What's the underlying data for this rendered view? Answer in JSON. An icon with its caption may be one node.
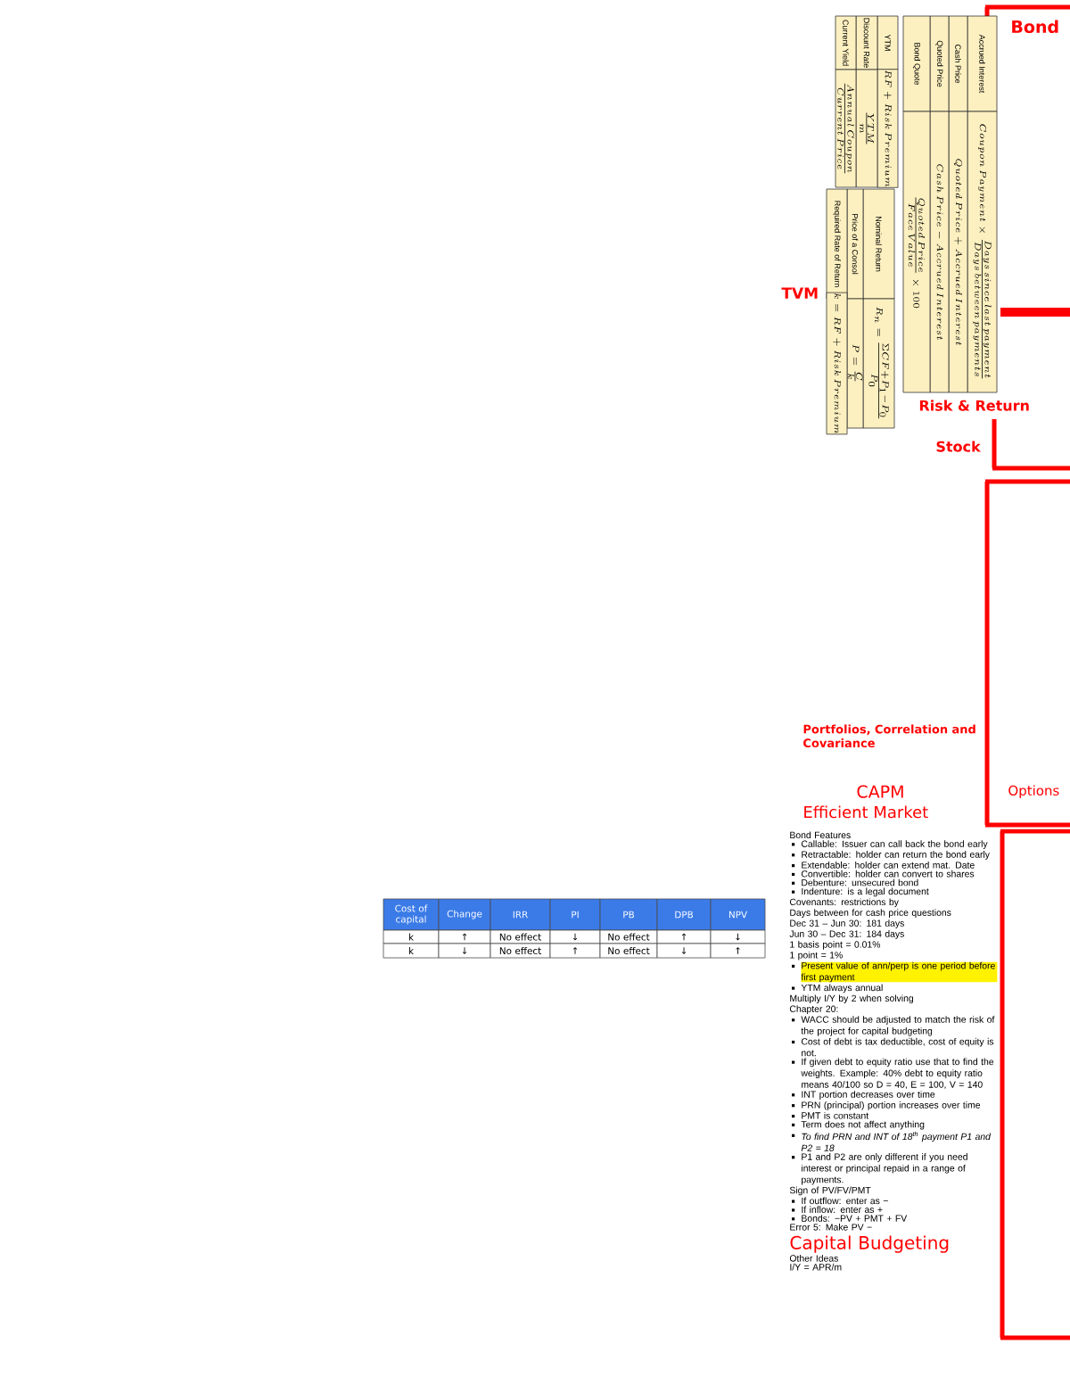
{
  "diagram": {
    "labels": [
      "Bond",
      "Accrued Interest",
      "Coupon\\ Payment \\times \\frac{Days\\ since\\ last\\ payment}{Days\\ between\\ payments}",
      "Cash Price",
      "Quoted\\ Price + Accrued\\ Interest",
      "Quoted Price",
      "Cash\\ Price - Accrued\\ Interest",
      "Bond Quote",
      "\\frac{Quoted\\ Price}{Face\\ Value} \\times 100",
      "YTM",
      "RF + Risk\\ Premium",
      "Discount Rate",
      "\\frac{YTM}{m}",
      "Current Yield",
      "\\frac{Annual\\ Coupon}{Current\\ Price}",
      "TVM",
      "Nominal Return",
      "R_n = \\frac{\\Sigma CF + P_1 - P_0}{P_0}",
      "Price of a Consol",
      "P = \\frac{C}{k}",
      "Required Rate of Return",
      "k = RF + Risk\\ Premium",
      "Risk & Return",
      "Stock",
      "Portfolios, Correlation and Covariance",
      "CAPM",
      "Options",
      "Efficient Market",
      "Cost of capital",
      "Change",
      "IRR",
      "PI",
      "PB",
      "DPB",
      "NPV",
      "k",
      "↑",
      "No effect",
      "↓",
      "No effect",
      "↑",
      "↓",
      "k",
      "↓",
      "No effect",
      "↑",
      "No effect",
      "↓",
      "↑",
      "Bond Features",
      "Callable: Issuer can call back the bond early",
      "Retractable: holder can return the bond early",
      "Extendable: holder can extend mat. Date",
      "Convertible: holder can convert to shares",
      "Debenture: unsecured bond",
      "Indenture: is a legal document",
      "Covenants: restrictions by",
      "Days between for cash price questions",
      "Dec 31 – Jun 30: 181 days",
      "Jun 30 – Dec 31: 184 days",
      "1 basis point = 0.01%",
      "1 point = 1%",
      "Present value of ann/perp is one period before first payment",
      "YTM always annual",
      "Multiply I/Y by 2 when solving",
      "Chapter 20:",
      "WACC should be adjusted to match the risk of the project for capital budgeting",
      "Cost of debt is tax deductible, cost of equity is not.",
      "If given debt to equity ratio use that to find the weights. Example: 40% debt to equity ratio means 40/100 so D = 40, E = 100, V = 140",
      "INT portion decreases over time",
      "PRN (principal) portion increases over time",
      "PMT is constant",
      "Term does not affect anything",
      "To find PRN and INT of 18$^{th}$ payment P1 and P2 = 18",
      "P1 and P2 are only different if you need interest or principal repaid in a range of payments.",
      "Sign of PV/FV/PMT",
      "If outflow: enter as −",
      "If inflow: enter as +",
      "Bonds: −PV + PMT + FV",
      "Error 5: Make PV −",
      "Capital Budgeting",
      "Other Ideas",
      "I/Y = APR/m"
    ]
  }
}
